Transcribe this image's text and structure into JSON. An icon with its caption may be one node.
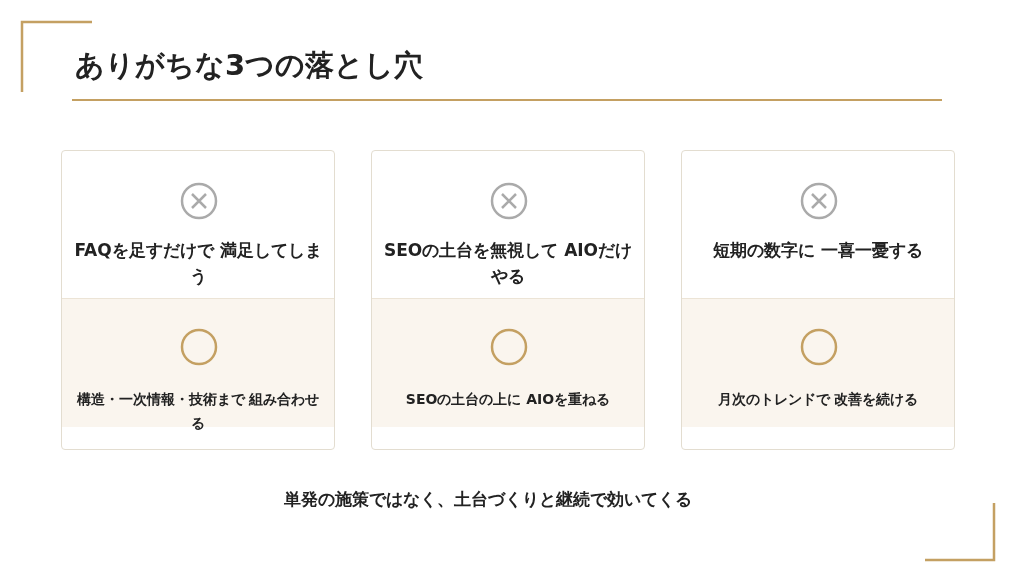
{
  "diagram": {
    "title": "ありがちな3つの落とし穴",
    "nodes": [
      {
        "text": [
          "FAQを足すだけで 満足してしまう",
          "構造・一次情報・技術まで 組み合わせる"
        ]
      },
      {
        "text": [
          "SEOの土台を無視して AIOだけやる",
          "SEOの土台の上に AIOを重ねる"
        ]
      },
      {
        "text": [
          "短期の数字に 一喜一憂する",
          "月次のトレンドで 改善を続ける"
        ]
      }
    ],
    "edges": [],
    "labels": [
      "単発の施策ではなく、土台づくりと継続で効いてくる"
    ]
  }
}
